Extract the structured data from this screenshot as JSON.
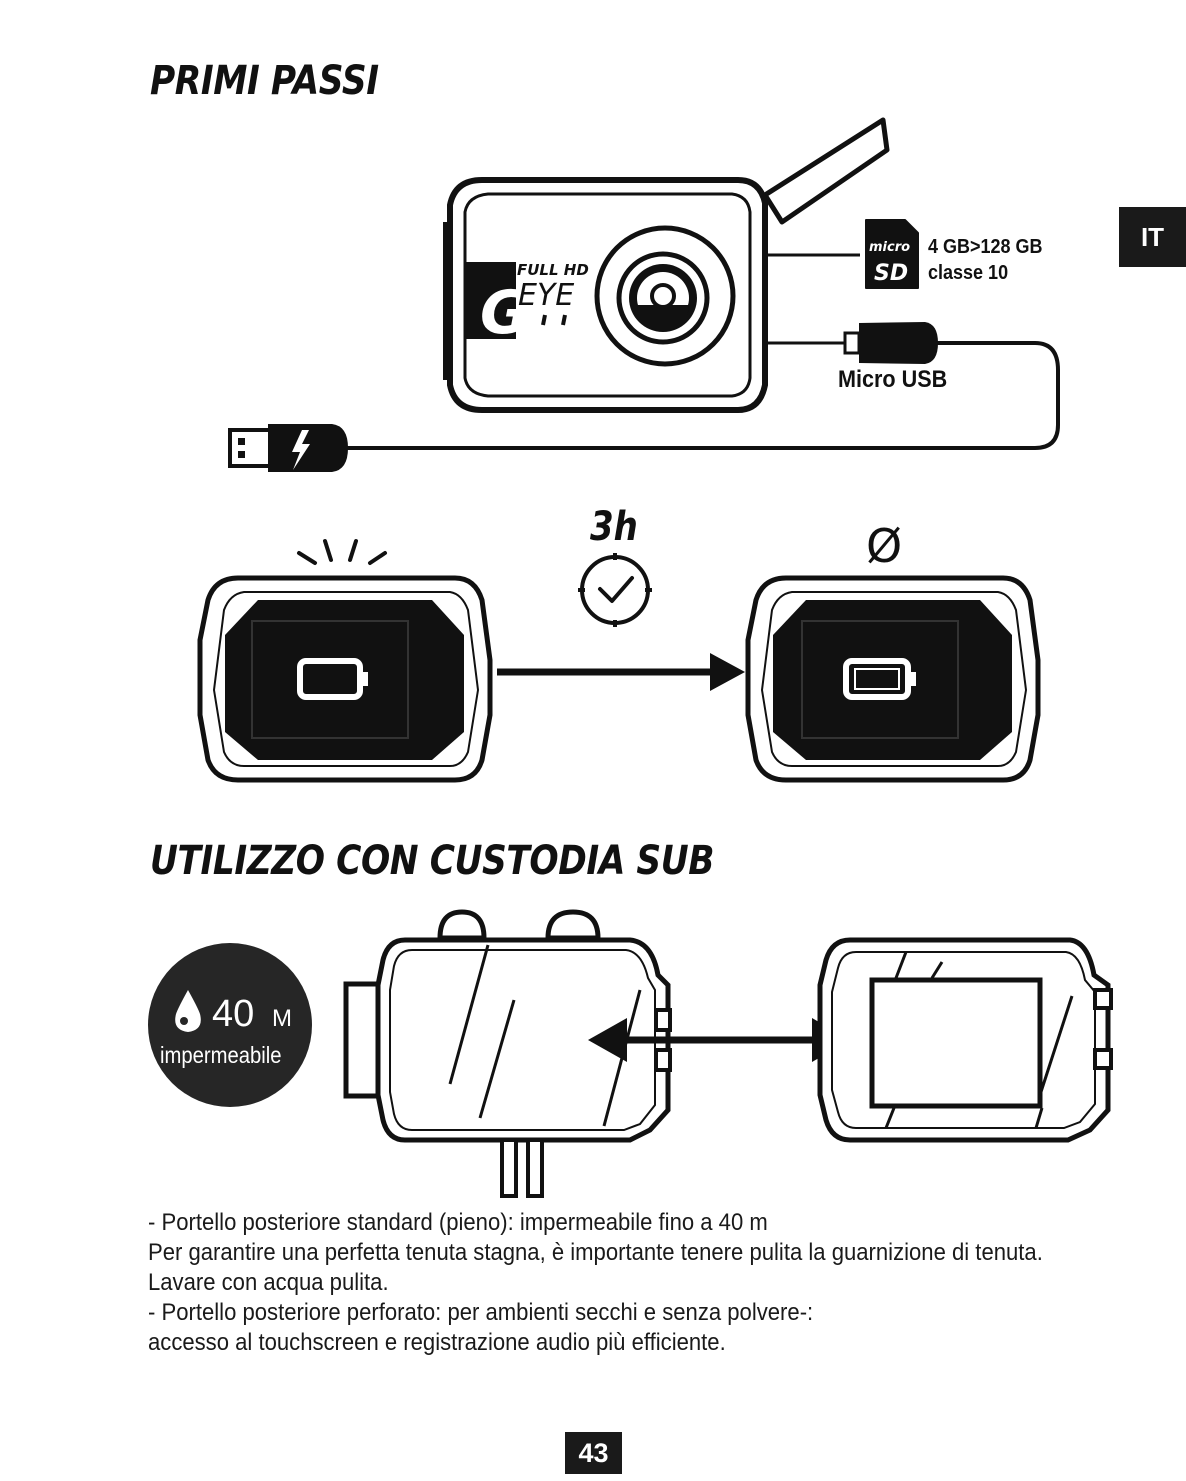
{
  "sections": {
    "getting_started_title": "PRIMI PASSI",
    "underwater_title": "UTILIZZO CON CUSTODIA SUB"
  },
  "language_tab": "IT",
  "camera": {
    "brand_line1": "FULL HD",
    "brand_line2": "EYE"
  },
  "sd_card": {
    "icon_top": "micro",
    "icon_bottom": "SD",
    "capacity": "4 GB>128 GB",
    "class": "classe 10"
  },
  "usb_label": "Micro USB",
  "charging": {
    "duration": "3h",
    "done_symbol": "Ø"
  },
  "waterproof_badge": {
    "depth_value": "40",
    "depth_unit": "M",
    "label": "impermeabile"
  },
  "body": [
    "-   Portello posteriore standard (pieno): impermeabile fino a 40 m",
    "Per garantire una perfetta tenuta stagna, è importante tenere pulita la guarnizione di tenuta.",
    "Lavare con acqua pulita.",
    "-   Portello posteriore perforato: per ambienti secchi e senza polvere-:",
    "accesso al touchscreen e registrazione audio più efficiente."
  ],
  "page_number": "43"
}
